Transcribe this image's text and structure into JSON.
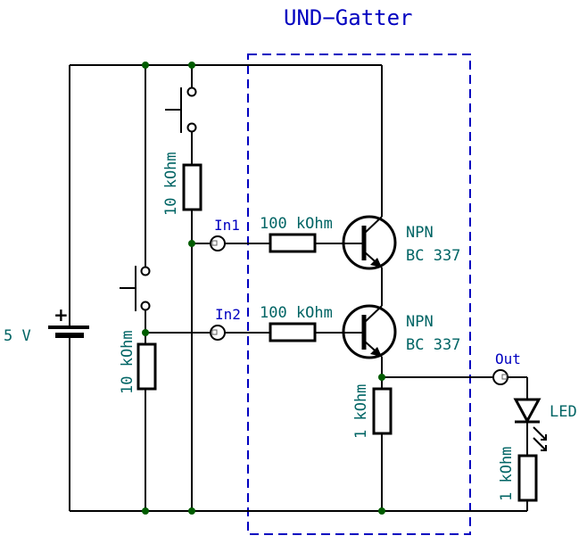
{
  "title": "UND−Gatter",
  "battery": {
    "label": "5 V",
    "polarity": "+"
  },
  "resistors": {
    "r_pull1": "10 kOhm",
    "r_pull2": "10 kOhm",
    "r_base1": "100 kOhm",
    "r_base2": "100 kOhm",
    "r_emitter": "1 kOhm",
    "r_led": "1 kOhm"
  },
  "transistors": [
    {
      "type": "NPN",
      "model": "BC 337"
    },
    {
      "type": "NPN",
      "model": "BC 337"
    }
  ],
  "net_labels": {
    "in1": "In1",
    "in2": "In2",
    "out": "Out"
  },
  "led": {
    "label": "LED"
  },
  "colors": {
    "wire": "#000000",
    "junction": "#005c00",
    "value_text": "#006464",
    "net_text": "#0000c0",
    "box": "#0000c0"
  }
}
